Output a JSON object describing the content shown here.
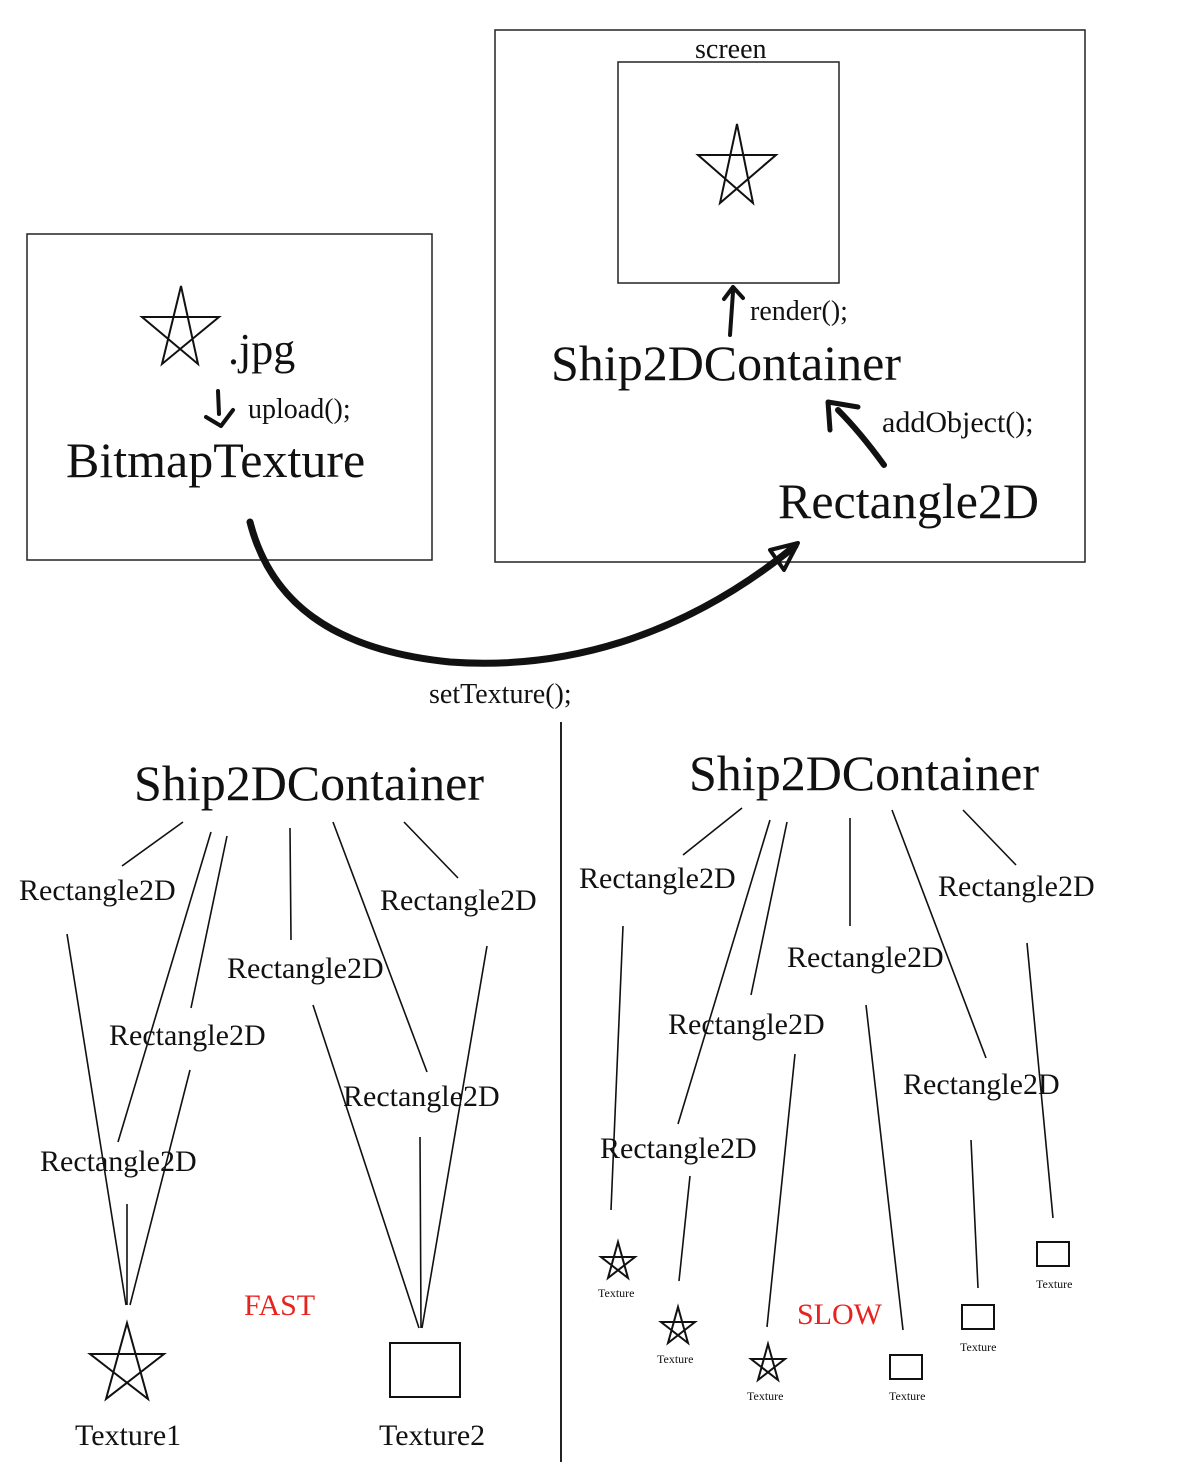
{
  "top": {
    "screen_label": "screen",
    "jpg_label": ".jpg",
    "upload_label": "upload();",
    "bitmap_label": "BitmapTexture",
    "render_label": "render();",
    "container_label": "Ship2DContainer",
    "add_object_label": "addObject();",
    "rectangle_label": "Rectangle2D",
    "set_texture_label": "setTexture();"
  },
  "fast": {
    "container_label": "Ship2DContainer",
    "rectangles": [
      "Rectangle2D",
      "Rectangle2D",
      "Rectangle2D",
      "Rectangle2D",
      "Rectangle2D",
      "Rectangle2D"
    ],
    "textures": [
      "Texture1",
      "Texture2"
    ],
    "speed_label": "FAST"
  },
  "slow": {
    "container_label": "Ship2DContainer",
    "rectangles": [
      "Rectangle2D",
      "Rectangle2D",
      "Rectangle2D",
      "Rectangle2D",
      "Rectangle2D",
      "Rectangle2D"
    ],
    "textures": [
      "Texture",
      "Texture",
      "Texture",
      "Texture",
      "Texture",
      "Texture"
    ],
    "speed_label": "SLOW"
  },
  "colors": {
    "speed_label": "#e8231f",
    "ink": "#111111"
  }
}
